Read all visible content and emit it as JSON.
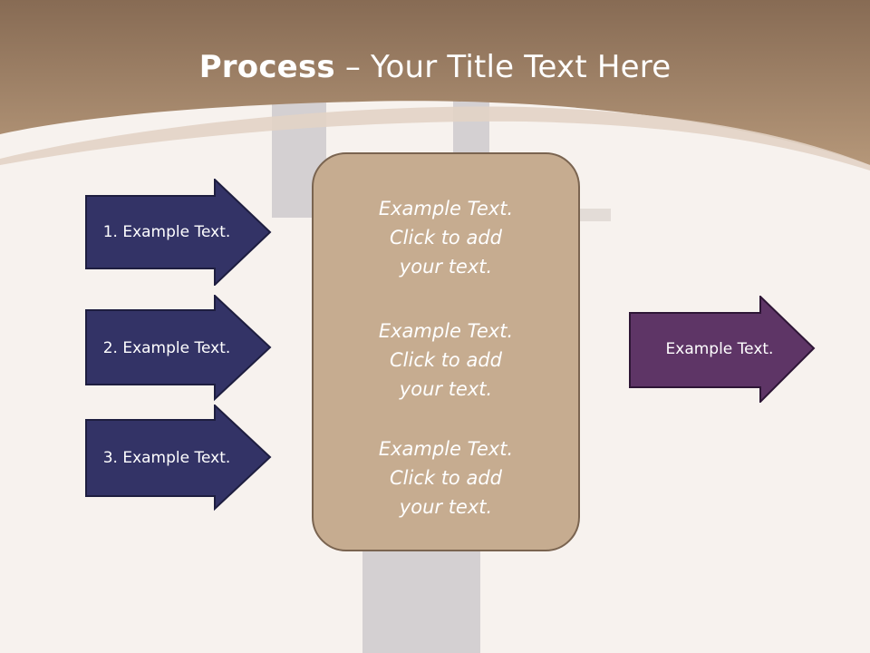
{
  "title": {
    "bold": "Process",
    "rest": " – Your Title Text Here"
  },
  "steps": [
    {
      "label": "1. Example Text."
    },
    {
      "label": "2. Example Text."
    },
    {
      "label": "3. Example Text."
    }
  ],
  "center": {
    "items": [
      {
        "line1": "Example Text.",
        "line2": "Click  to add",
        "line3": "your text."
      },
      {
        "line1": "Example Text.",
        "line2": "Click  to add",
        "line3": "your text."
      },
      {
        "line1": "Example Text.",
        "line2": "Click  to add",
        "line3": "your text."
      }
    ]
  },
  "output": {
    "label": "Example Text."
  },
  "colors": {
    "header": "#9c7e63",
    "step_arrow": "#333366",
    "output_arrow": "#5e3566",
    "center_box": "#c6ac90"
  }
}
